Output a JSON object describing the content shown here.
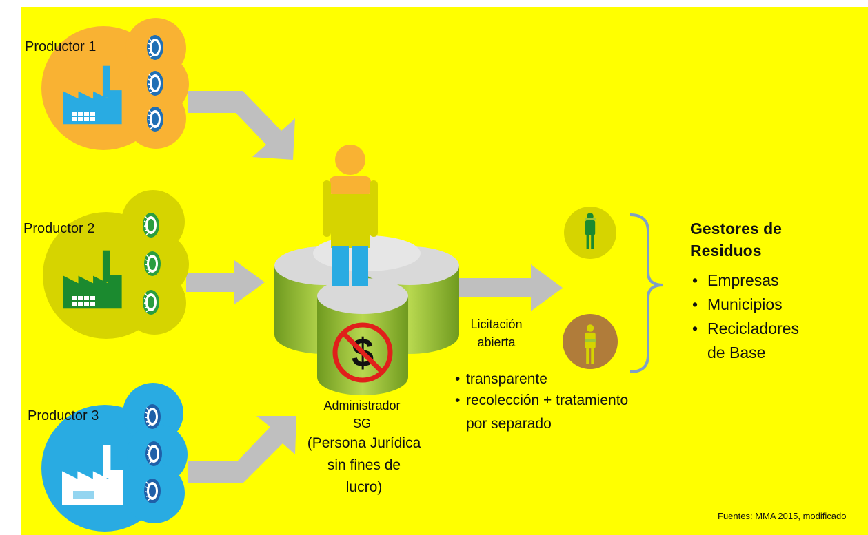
{
  "producers": [
    {
      "label": "Productor 1",
      "bubble_color": "#f9b233",
      "factory_color": "#29abe2",
      "tire_color": "#1f6fb5"
    },
    {
      "label": "Productor 2",
      "bubble_color": "#d6d400",
      "factory_color": "#1b8a2f",
      "tire_color": "#2a9d3f"
    },
    {
      "label": "Productor 3",
      "bubble_color": "#29abe2",
      "factory_color": "#ffffff",
      "tire_color": "#1f5fa8"
    }
  ],
  "administrator": {
    "title_line1": "Administrador",
    "title_line2": "SG",
    "desc_line1": "(Persona Jurídica",
    "desc_line2": "sin fines de",
    "desc_line3": "lucro)",
    "no_profit_symbol": "$"
  },
  "tender": {
    "label_line1": "Licitación",
    "label_line2": "abierta",
    "bullets": [
      "transparente",
      "recolección + tratamiento"
    ],
    "bullet_continuation": "por separado"
  },
  "managers": {
    "heading_line1": "Gestores de",
    "heading_line2": "Residuos",
    "items": [
      "Empresas",
      "Municipios",
      "Recicladores"
    ],
    "items_continuation": "de Base"
  },
  "source": "Fuentes:  MMA 2015, modificado",
  "colors": {
    "background": "#ffff00",
    "arrow": "#bfbfbf",
    "cylinder_green": "#9cc63b",
    "person_orange": "#f9b233",
    "person_blue": "#29abe2",
    "prohibition_red": "#e0201b",
    "bracket": "#7f9fc6"
  }
}
